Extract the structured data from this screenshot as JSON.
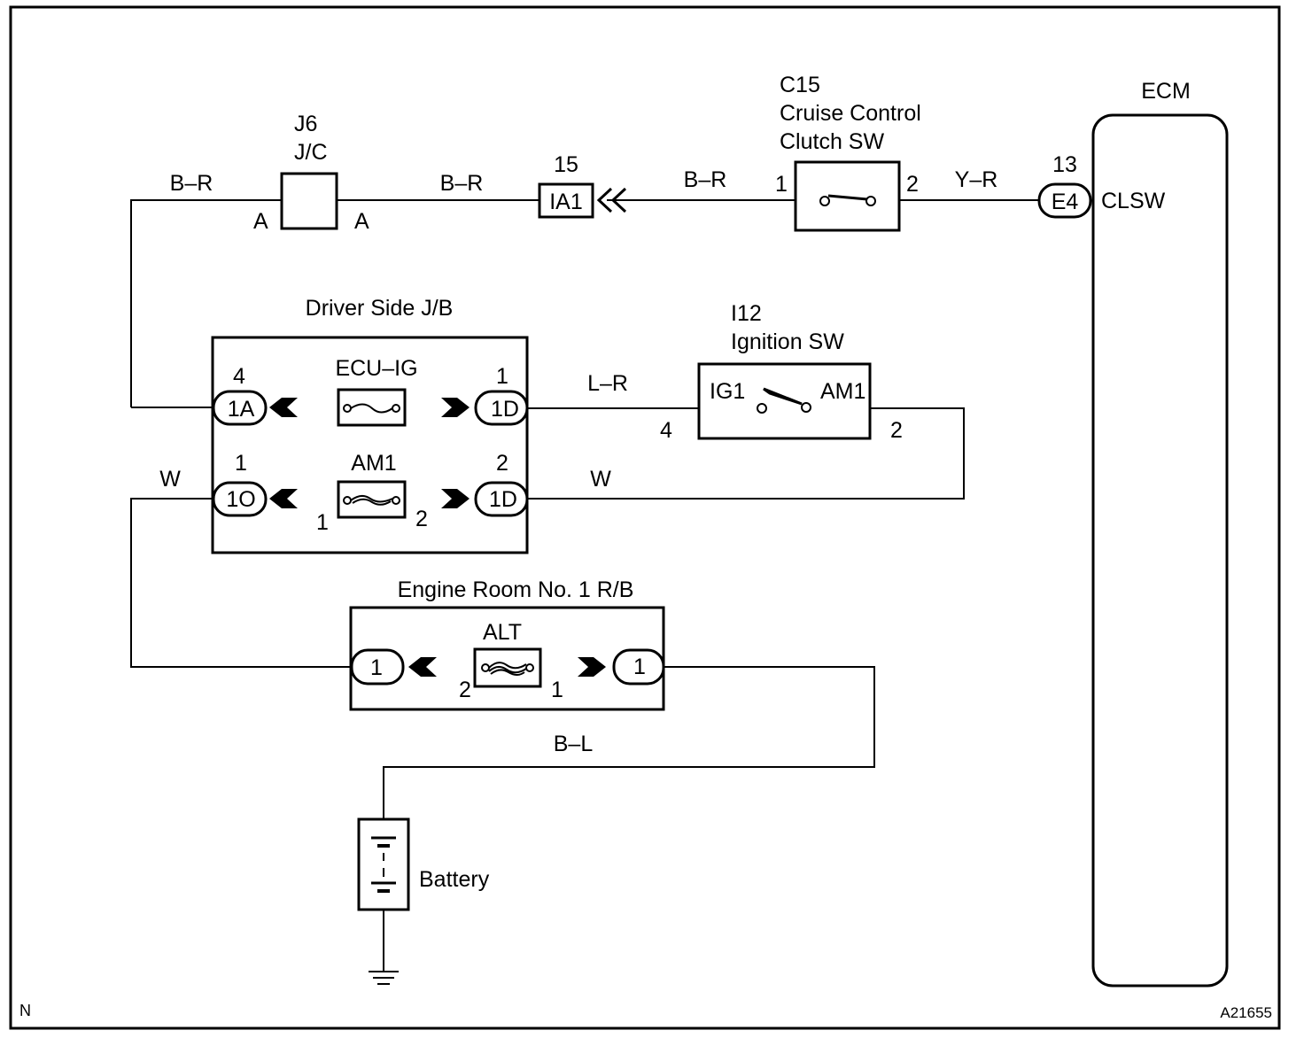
{
  "diagram": {
    "code": "A21655",
    "corner_mark": "N",
    "components": {
      "jc": {
        "id": "J6",
        "name": "J/C",
        "pin_left": "A",
        "pin_right": "A"
      },
      "ia1": {
        "pin": "15",
        "connector": "IA1"
      },
      "clutch_sw": {
        "id": "C15",
        "name_line1": "Cruise Control",
        "name_line2": "Clutch SW",
        "pin_left": "1",
        "pin_right": "2"
      },
      "ecm": {
        "name": "ECM",
        "pin": "13",
        "connector": "E4",
        "terminal": "CLSW"
      },
      "driver_jb": {
        "name": "Driver Side J/B",
        "fuse_top": "ECU–IG",
        "conn_top_left": "1A",
        "pin_top_left": "4",
        "conn_top_right": "1D",
        "pin_top_right": "1",
        "fuse_bottom": "AM1",
        "conn_bottom_left": "1O",
        "pin_bottom_left": "1",
        "conn_bottom_right": "1D",
        "pin_bottom_right": "2",
        "fuse_pin_left": "1",
        "fuse_pin_right": "2"
      },
      "ignition_sw": {
        "id": "I12",
        "name": "Ignition SW",
        "terminal_left": "IG1",
        "terminal_right": "AM1",
        "pin_left": "4",
        "pin_right": "2"
      },
      "engine_rb": {
        "name": "Engine Room No. 1 R/B",
        "fuse": "ALT",
        "conn_left": "1",
        "conn_right": "1",
        "fuse_pin_left": "2",
        "fuse_pin_right": "1"
      },
      "battery": {
        "name": "Battery"
      }
    },
    "wires": {
      "br_1": "B–R",
      "br_2": "B–R",
      "br_3": "B–R",
      "yr": "Y–R",
      "lr": "L–R",
      "w_left": "W",
      "w_right": "W",
      "bl": "B–L"
    }
  }
}
